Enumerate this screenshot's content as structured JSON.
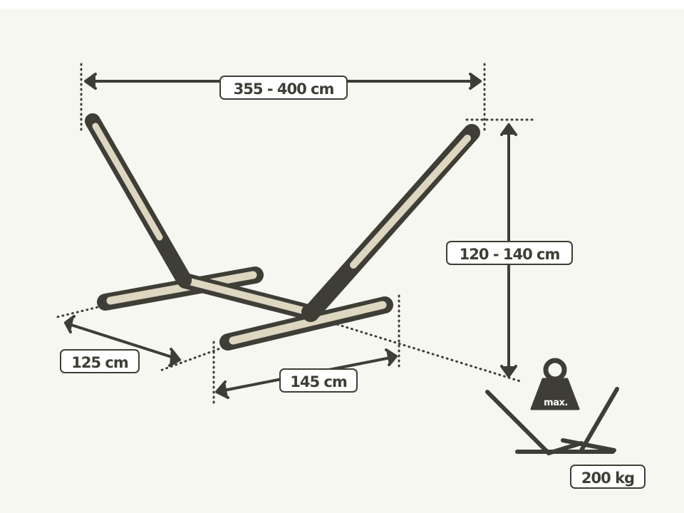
{
  "labels": {
    "width": "355 - 400 cm",
    "height": "120 - 140 cm",
    "depth": "125 cm",
    "base_length": "145 cm",
    "max_load": "200 kg"
  },
  "weight": {
    "text": "max."
  },
  "colors": {
    "background": "#f7f7f2",
    "frame_dark": "#3e3e36",
    "frame_light": "#ddd6c0",
    "label_border": "#3e3e36"
  }
}
